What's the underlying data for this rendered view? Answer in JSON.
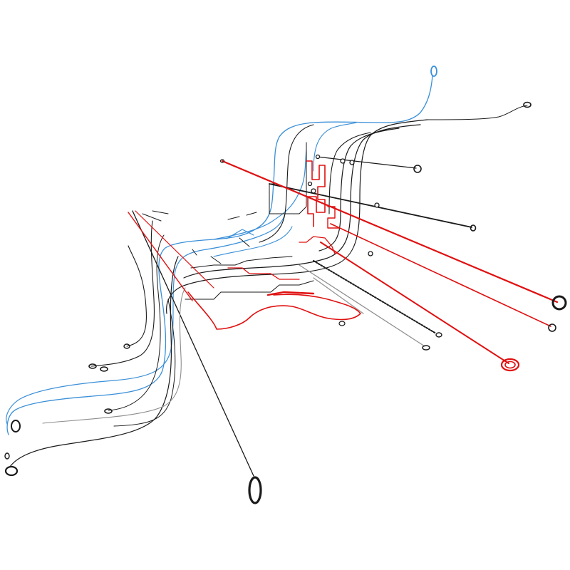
{
  "diagram": {
    "kind": "3d-line-map",
    "colors": {
      "black": "#1a1a1a",
      "red": "#e01010",
      "blue": "#3a8fd8",
      "grey": "#8c8c8c",
      "background": "#ffffff"
    },
    "terminal_icon": "ring-terminal-icon",
    "lines": [
      {
        "id": "red-main",
        "color": "red"
      },
      {
        "id": "red-secondary",
        "color": "red"
      },
      {
        "id": "black-main",
        "color": "black"
      },
      {
        "id": "blue-branch",
        "color": "blue"
      },
      {
        "id": "grey-branch",
        "color": "grey"
      }
    ]
  }
}
